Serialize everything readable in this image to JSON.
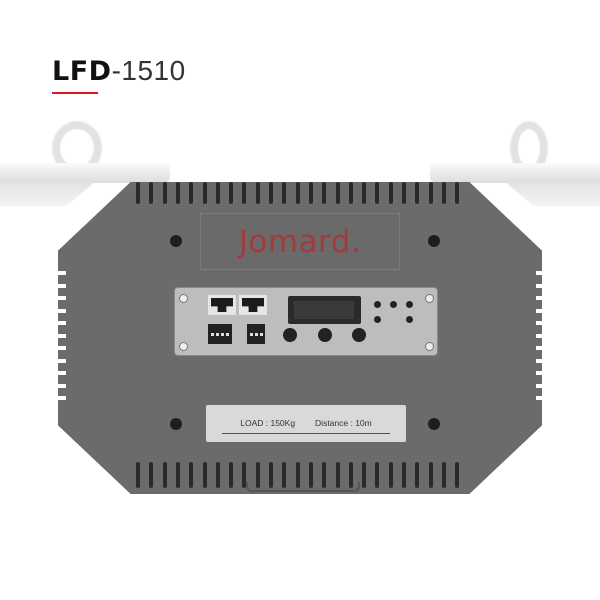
{
  "header": {
    "model_prefix": "LFD",
    "model_number": "-1510",
    "accent_color": "#d7191f"
  },
  "device": {
    "brand_logo": "Jomard.",
    "brand_color": "#a33a3c",
    "body_color": "#6b6b6b",
    "label": {
      "load": "LOAD : 150Kg",
      "distance": "Distance : 10m"
    },
    "panel": {
      "ethernet_ports": 2,
      "dip_switches": [
        4,
        3
      ],
      "knobs": 3,
      "leds": 5
    }
  }
}
